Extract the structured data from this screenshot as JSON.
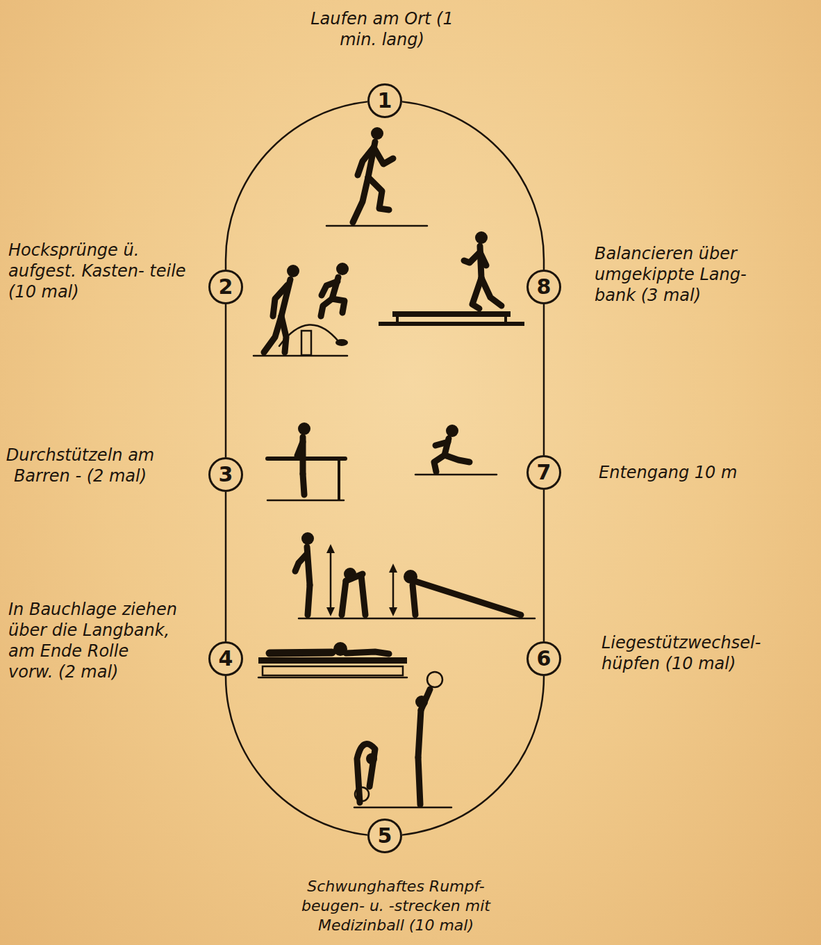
{
  "diagram": {
    "nodes": [
      {
        "text": [
          "1"
        ]
      },
      {
        "text": [
          "2"
        ]
      },
      {
        "text": [
          "3"
        ]
      },
      {
        "text": [
          "4"
        ]
      },
      {
        "text": [
          "5"
        ]
      },
      {
        "text": [
          "6"
        ]
      },
      {
        "text": [
          "7"
        ]
      },
      {
        "text": [
          "8"
        ]
      }
    ],
    "edges": [
      {
        "from": 0,
        "to": 1,
        "arrow": "none"
      },
      {
        "from": 1,
        "to": 2,
        "arrow": "none"
      },
      {
        "from": 2,
        "to": 3,
        "arrow": "none"
      },
      {
        "from": 3,
        "to": 4,
        "arrow": "none"
      },
      {
        "from": 4,
        "to": 5,
        "arrow": "none"
      },
      {
        "from": 5,
        "to": 6,
        "arrow": "none"
      },
      {
        "from": 6,
        "to": 7,
        "arrow": "none"
      },
      {
        "from": 7,
        "to": 0,
        "arrow": "none"
      }
    ],
    "labels": [
      "Laufen am Ort (1 min. lang)",
      "Hocksprünge ü. aufgest. Kasten- teile (10 mal)",
      "Durchstützeln am Barren - (2 mal)",
      "In Bauchlage ziehen über die Langbank, am Ende Rolle vorw. (2 mal)",
      "Schwunghaftes Rumpf- beugen- u. -strecken mit Medizinball (10 mal)",
      "Liegestützwechsel- hüpfen (10 mal)",
      "Entengang 10 m",
      "Balancieren über umgekippte Lang- bank (3 mal)"
    ]
  }
}
